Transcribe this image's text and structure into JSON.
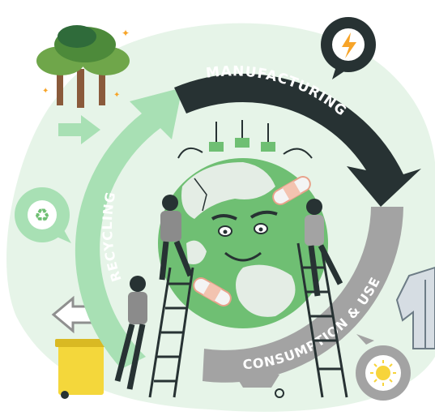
{
  "cycle": {
    "manufacturing_label": "MANUFACTURING",
    "consumption_label": "CONSUMPTION & USE",
    "recycling_label": "RECYCLING"
  },
  "icons": {
    "top_right": "lightning-bolt-icon",
    "left": "recycle-icon",
    "bottom_right": "sun-icon"
  },
  "colors": {
    "background_blob": "#e6f4e8",
    "manufacturing_arrow": "#273233",
    "consumption_arrow": "#a3a3a3",
    "recycling_arrow": "#a8e0b4",
    "earth_green": "#6fbf73",
    "earth_light": "#e4ede5",
    "accent_orange": "#f7a428",
    "bin_yellow": "#f4d73b",
    "dark": "#273233"
  }
}
